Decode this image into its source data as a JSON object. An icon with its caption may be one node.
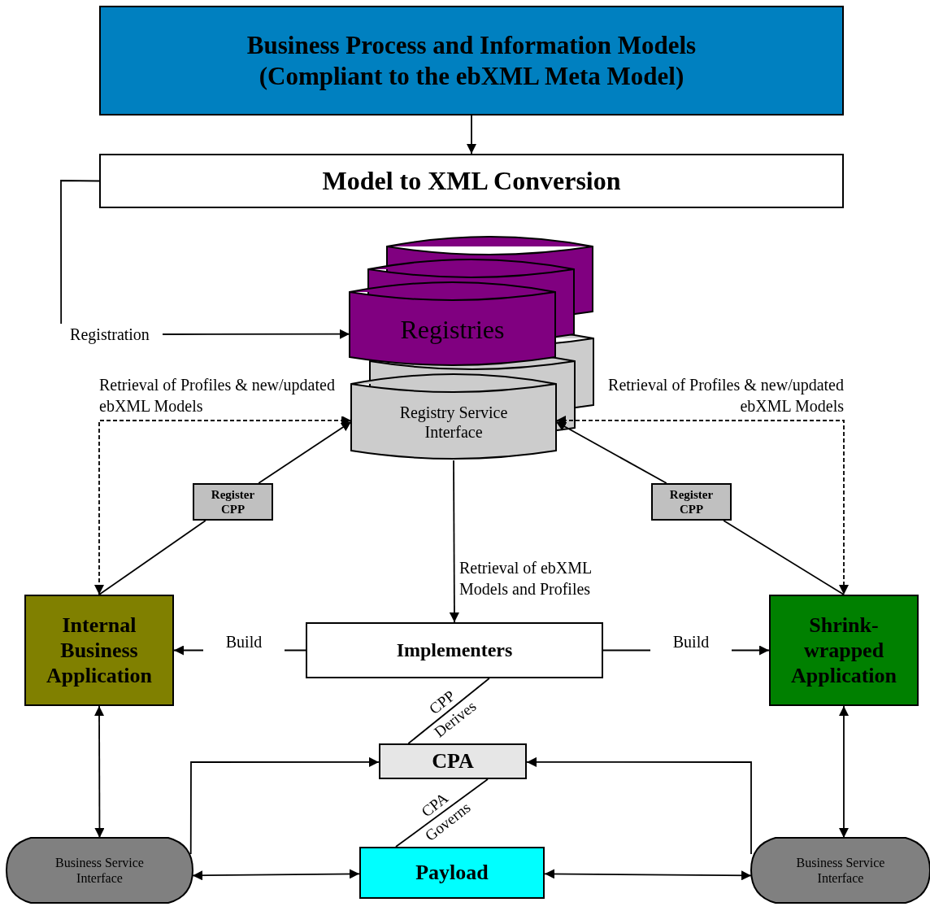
{
  "diagram": {
    "nodes": [
      {
        "text": [
          "Business Process and Information Models (Compliant to the ebXML Meta Model)"
        ]
      },
      {
        "text": [
          "Model to XML Conversion"
        ]
      },
      {
        "text": [
          "Registration"
        ]
      },
      {
        "text": [
          "Registries"
        ]
      },
      {
        "text": [
          "Registry Service Interface"
        ]
      },
      {
        "text": [
          "Register CPP"
        ]
      },
      {
        "text": [
          "Register CPP"
        ]
      },
      {
        "text": [
          "Internal Business Application"
        ]
      },
      {
        "text": [
          "Implementers"
        ]
      },
      {
        "text": [
          "Shrink-wrapped Application"
        ]
      },
      {
        "text": [
          "CPA"
        ]
      },
      {
        "text": [
          "Business Service Interface"
        ]
      },
      {
        "text": [
          "Payload"
        ]
      },
      {
        "text": [
          "Business Service Interface"
        ]
      }
    ],
    "edges": [
      {
        "from": 0,
        "to": 1,
        "arrow": "to"
      },
      {
        "from": 1,
        "to": 2,
        "arrow": "none"
      },
      {
        "from": 2,
        "to": 3,
        "arrow": "to"
      },
      {
        "from": 4,
        "to": 7,
        "arrow": "both",
        "style": "dashed",
        "label": "Retrieval of Profiles & new/updated ebXML Models"
      },
      {
        "from": 4,
        "to": 9,
        "arrow": "both",
        "style": "dashed",
        "label": "Retrieval of Profiles & new/updated ebXML Models"
      },
      {
        "from": 7,
        "to": 5,
        "arrow": "none"
      },
      {
        "from": 5,
        "to": 4,
        "arrow": "to"
      },
      {
        "from": 9,
        "to": 6,
        "arrow": "none"
      },
      {
        "from": 6,
        "to": 4,
        "arrow": "to"
      },
      {
        "from": 4,
        "to": 8,
        "arrow": "to",
        "label": "Retrieval of ebXML Models and Profiles"
      },
      {
        "from": 8,
        "to": 7,
        "arrow": "to",
        "label": "Build"
      },
      {
        "from": 8,
        "to": 9,
        "arrow": "to",
        "label": "Build"
      },
      {
        "from": 8,
        "to": 10,
        "arrow": "none",
        "label": "CPP Derives"
      },
      {
        "from": 10,
        "to": 12,
        "arrow": "none",
        "label": "CPA Governs"
      },
      {
        "from": 7,
        "to": 11,
        "arrow": "both"
      },
      {
        "from": 9,
        "to": 13,
        "arrow": "both"
      },
      {
        "from": 11,
        "to": 10,
        "arrow": "to"
      },
      {
        "from": 13,
        "to": 10,
        "arrow": "to"
      },
      {
        "from": 11,
        "to": 12,
        "arrow": "both"
      },
      {
        "from": 13,
        "to": 12,
        "arrow": "both"
      }
    ]
  }
}
